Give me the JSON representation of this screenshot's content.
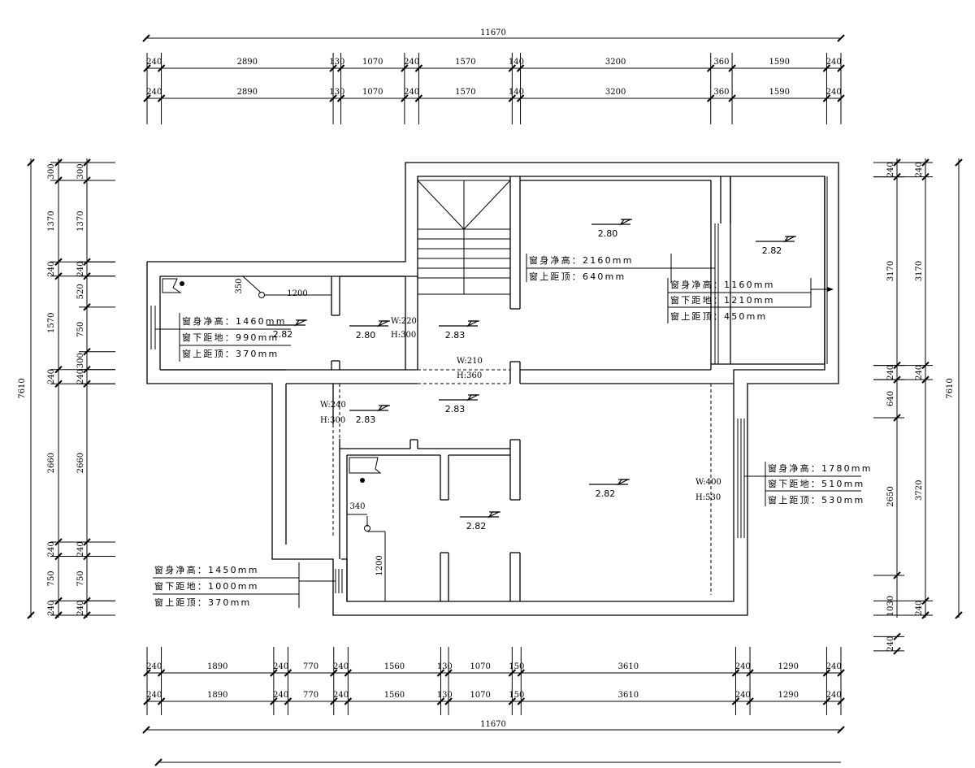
{
  "dimensions": {
    "total_width": "11670",
    "top_row": [
      "240",
      "2890",
      "130",
      "1070",
      "240",
      "1570",
      "140",
      "3200",
      "360",
      "1590",
      "240"
    ],
    "bottom_row": [
      "240",
      "1890",
      "240",
      "770",
      "240",
      "1560",
      "130",
      "1070",
      "150",
      "3610",
      "240",
      "1290",
      "240"
    ],
    "left_outer": [
      "300",
      "1370",
      "240",
      "1570",
      "240",
      "2660",
      "240",
      "750",
      "240"
    ],
    "left_inner": [
      "300",
      "1370",
      "240",
      "520",
      "750",
      "300",
      "240",
      "2660",
      "240",
      "750",
      "240"
    ],
    "right_outer": [
      "240",
      "3170",
      "240",
      "3720",
      "240"
    ],
    "right_inner": [
      "240",
      "3170",
      "240",
      "640",
      "2650",
      "1030",
      "240"
    ],
    "total_height": "7610",
    "left_total": "7610",
    "interior": {
      "d350": "350",
      "d1200a": "1200",
      "d340": "340",
      "d1200b": "1200"
    }
  },
  "heights": {
    "h1": "2.80",
    "h2": "2.82",
    "h3": "2.82",
    "h4": "2.80",
    "h5": "2.83",
    "h6": "2.83",
    "h7": "2.83",
    "h8": "2.82",
    "h9": "2.82"
  },
  "openings": {
    "o1": {
      "w": "W:220",
      "h": "H:300"
    },
    "o2": {
      "w": "W:210",
      "h": "H:360"
    },
    "o3": {
      "w": "W:240",
      "h": "H:300"
    },
    "o4": {
      "w": "W:400",
      "h": "H:530"
    }
  },
  "windows": {
    "w1": [
      "窗身净高：1460mm",
      "窗下距地：990mm",
      "窗上距顶：370mm"
    ],
    "w2": [
      "窗身净高：2160mm",
      "窗上距顶：640mm"
    ],
    "w3": [
      "窗身净高：1160mm",
      "窗下距地：1210mm",
      "窗上距顶：450mm"
    ],
    "w4": [
      "窗身净高：1780mm",
      "窗下距地：510mm",
      "窗上距顶：530mm"
    ],
    "w5": [
      "窗身净高：1450mm",
      "窗下距地：1000mm",
      "窗上距顶：370mm"
    ]
  }
}
